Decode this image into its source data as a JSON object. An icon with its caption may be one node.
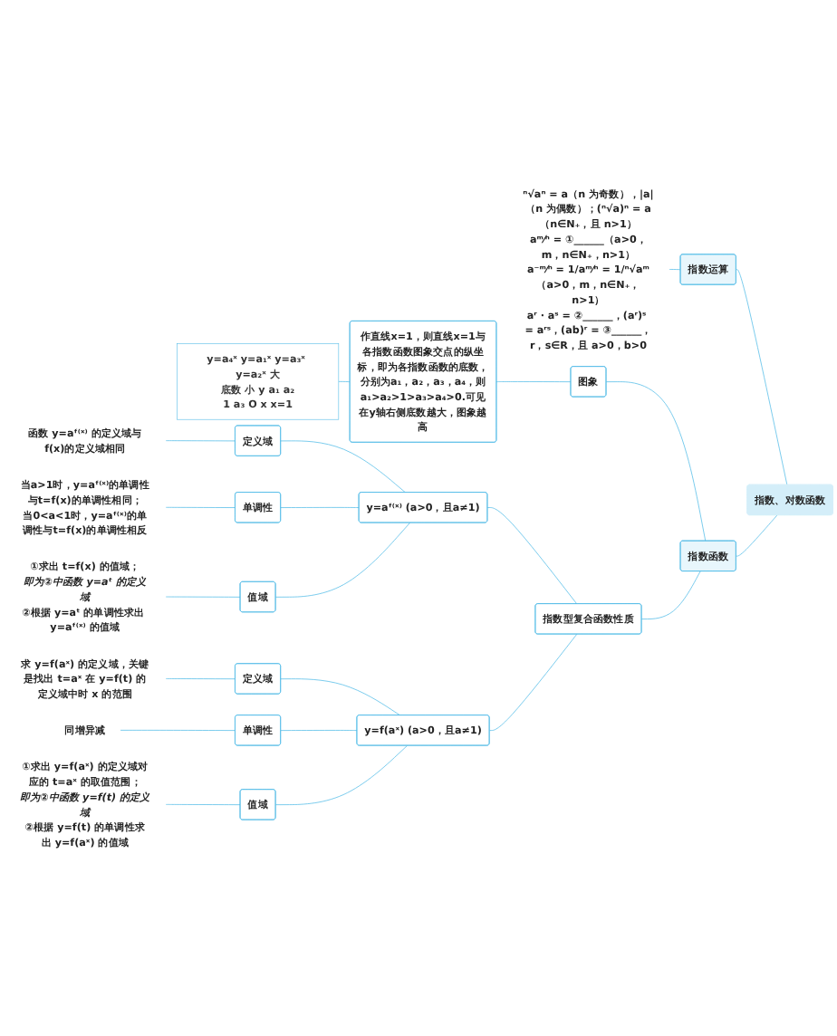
{
  "diagram": {
    "nodes": [
      {
        "text": [
          "指数、对数函数"
        ]
      },
      {
        "text": [
          "指数运算"
        ]
      },
      {
        "text": [
          "ⁿ√aⁿ = a（n 为奇数），|a|（n 为偶数）；(ⁿ√a)ⁿ = a（n∈N₊，且 n>1）",
          "aᵐ⁄ⁿ = ①______（a>0，m，n∈N₊，n>1）",
          "a⁻ᵐ⁄ⁿ = 1/aᵐ⁄ⁿ = 1/ⁿ√aᵐ（a>0，m，n∈N₊，n>1）",
          "aʳ · aˢ = ②______，(aʳ)ˢ = aʳˢ，(ab)ʳ = ③______，r，s∈R，且 a>0，b>0"
        ]
      },
      {
        "text": [
          "指数函数"
        ]
      },
      {
        "text": [
          "图象"
        ]
      },
      {
        "text": [
          "作直线x=1，则直线x=1与各指数函数图象交点的纵坐标，即为各指数函数的底数，分别为a₁，a₂，a₃，a₄，则a₁>a₂>1>a₃>a₄>0.可见在y轴右侧底数越大，图象越高"
        ]
      },
      {
        "text": [
          "y=a₄ˣ",
          "y=a₁ˣ",
          "y=a₃ˣ",
          "y=a₂ˣ",
          "大",
          "底数",
          "小",
          "y",
          "a₁",
          "a₂",
          "1",
          "a₃",
          "O",
          "x",
          "x=1"
        ]
      },
      {
        "text": [
          "指数型复合函数性质"
        ]
      },
      {
        "text": [
          "y=aᶠ⁽ˣ⁾ (a>0，且a≠1)"
        ]
      },
      {
        "text": [
          "定义域"
        ]
      },
      {
        "text": [
          "函数 y=aᶠ⁽ˣ⁾ 的定义域与f(x)的定义域相同"
        ]
      },
      {
        "text": [
          "单调性"
        ]
      },
      {
        "text": [
          "当a>1时，y=aᶠ⁽ˣ⁾的单调性与t=f(x)的单调性相同；",
          "当0<a<1时，y=aᶠ⁽ˣ⁾的单调性与t=f(x)的单调性相反"
        ]
      },
      {
        "text": [
          "值域"
        ]
      },
      {
        "text": [
          "①求出 t=f(x) 的值域；",
          "即为②中函数 y=aᵗ 的定义域",
          "②根据 y=aᵗ 的单调性求出 y=aᶠ⁽ˣ⁾ 的值域"
        ]
      },
      {
        "text": [
          "y=f(aˣ) (a>0，且a≠1)"
        ]
      },
      {
        "text": [
          "定义域"
        ]
      },
      {
        "text": [
          "求 y=f(aˣ) 的定义域，关键是找出 t=aˣ 在 y=f(t) 的定义域中时 x 的范围"
        ]
      },
      {
        "text": [
          "单调性"
        ]
      },
      {
        "text": [
          "同增异减"
        ]
      },
      {
        "text": [
          "值域"
        ]
      },
      {
        "text": [
          "①求出 y=f(aˣ) 的定义域对应的 t=aˣ 的取值范围；",
          "即为②中函数 y=f(t) 的定义域",
          "②根据 y=f(t) 的单调性求出 y=f(aˣ) 的值域"
        ]
      }
    ],
    "edges": [
      {
        "from": 0,
        "to": 1,
        "arrow": "none"
      },
      {
        "from": 1,
        "to": 2,
        "arrow": "none"
      },
      {
        "from": 0,
        "to": 3,
        "arrow": "none"
      },
      {
        "from": 3,
        "to": 4,
        "arrow": "none"
      },
      {
        "from": 4,
        "to": 5,
        "arrow": "none"
      },
      {
        "from": 5,
        "to": 6,
        "arrow": "none"
      },
      {
        "from": 3,
        "to": 7,
        "arrow": "none"
      },
      {
        "from": 7,
        "to": 8,
        "arrow": "none"
      },
      {
        "from": 8,
        "to": 9,
        "arrow": "none"
      },
      {
        "from": 9,
        "to": 10,
        "arrow": "none"
      },
      {
        "from": 8,
        "to": 11,
        "arrow": "none"
      },
      {
        "from": 11,
        "to": 12,
        "arrow": "none"
      },
      {
        "from": 8,
        "to": 13,
        "arrow": "none"
      },
      {
        "from": 13,
        "to": 14,
        "arrow": "none"
      },
      {
        "from": 7,
        "to": 15,
        "arrow": "none"
      },
      {
        "from": 15,
        "to": 16,
        "arrow": "none"
      },
      {
        "from": 16,
        "to": 17,
        "arrow": "none"
      },
      {
        "from": 15,
        "to": 18,
        "arrow": "none"
      },
      {
        "from": 18,
        "to": 19,
        "arrow": "none"
      },
      {
        "from": 15,
        "to": 20,
        "arrow": "none"
      },
      {
        "from": 20,
        "to": 21,
        "arrow": "none"
      }
    ]
  }
}
